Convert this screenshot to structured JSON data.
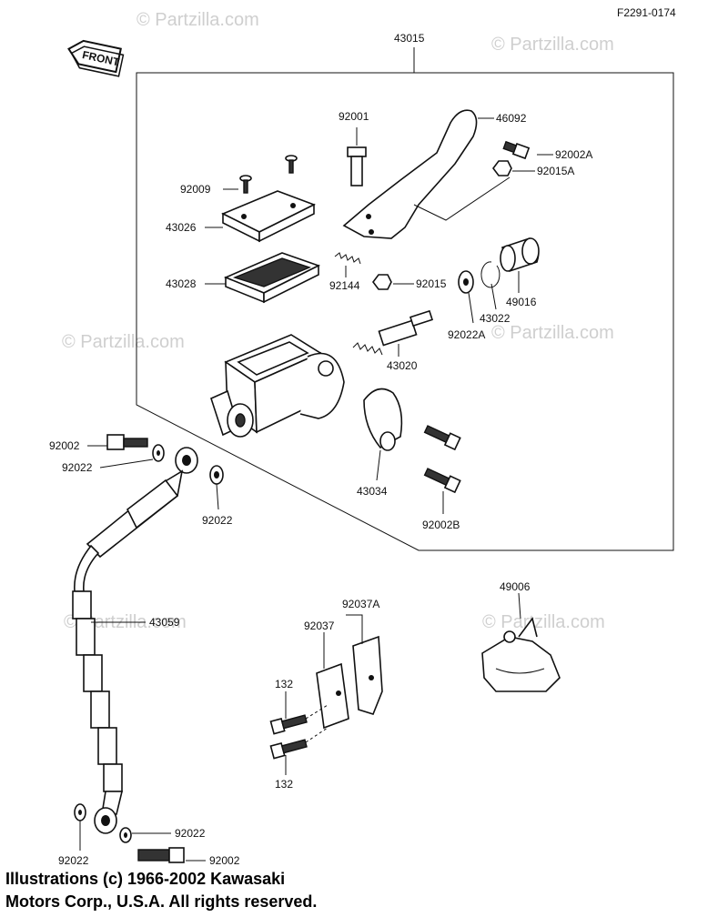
{
  "drawing_code": "F2291-0174",
  "front_sign": "FRONT",
  "watermark": "© Partzilla.com",
  "labels": {
    "l43015": "43015",
    "l46092": "46092",
    "l92001": "92001",
    "l92002A": "92002A",
    "l92015A": "92015A",
    "l92009": "92009",
    "l43026": "43026",
    "l43028": "43028",
    "l92144": "92144",
    "l92015": "92015",
    "l49016": "49016",
    "l43022": "43022",
    "l92022A": "92022A",
    "l43020": "43020",
    "l92002": "92002",
    "l92022": "92022",
    "l92022b": "92022",
    "l43034": "43034",
    "l92002B": "92002B",
    "l43059": "43059",
    "l49006": "49006",
    "l92037A": "92037A",
    "l92037": "92037",
    "l132a": "132",
    "l132b": "132",
    "l92022c": "92022",
    "l92022d": "92022",
    "l92002c": "92002"
  },
  "copyright": {
    "line1": "Illustrations (c) 1966-2002 Kawasaki",
    "line2": "Motors Corp., U.S.A.  All rights reserved."
  }
}
